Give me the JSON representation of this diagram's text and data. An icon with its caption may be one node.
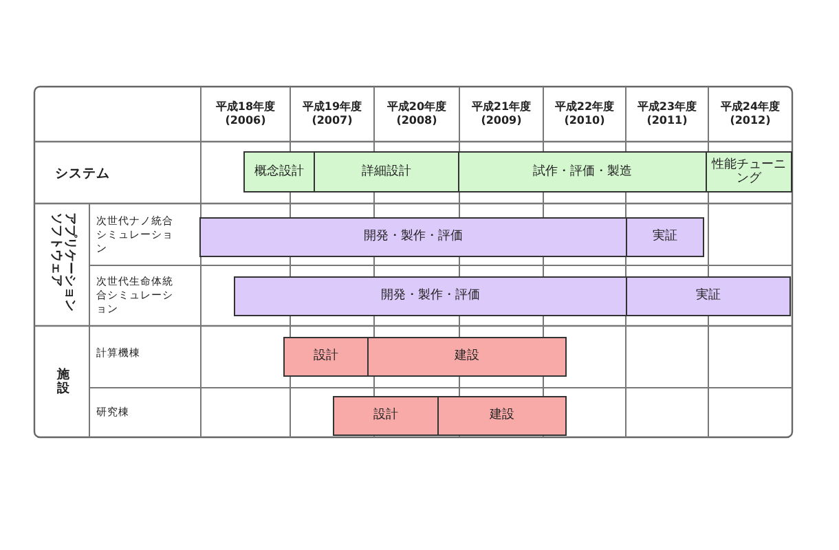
{
  "diagram": {
    "nodes": [
      {
        "text": [
          "概念設計"
        ]
      },
      {
        "text": [
          "詳細設計"
        ]
      },
      {
        "text": [
          "試作・評価・製造"
        ]
      },
      {
        "text": [
          "性能チューニング"
        ]
      },
      {
        "text": [
          "開発・製作・評価"
        ]
      },
      {
        "text": [
          "実証"
        ]
      },
      {
        "text": [
          "開発・製作・評価"
        ]
      },
      {
        "text": [
          "実証"
        ]
      },
      {
        "text": [
          "設計"
        ]
      },
      {
        "text": [
          "建設"
        ]
      },
      {
        "text": [
          "設計"
        ]
      },
      {
        "text": [
          "建設"
        ]
      }
    ],
    "edges": [],
    "labels": [
      "平成18年度 (2006)",
      "平成19年度 (2007)",
      "平成20年度 (2008)",
      "平成21年度 (2009)",
      "平成22年度 (2010)",
      "平成23年度 (2011)",
      "平成24年度 (2012)",
      "システム",
      "アプリケーションソフトウェア",
      "次世代ナノ統合シミュレーション",
      "次世代生命体統合シミュレーション",
      "施設",
      "計算機棟",
      "研究棟"
    ]
  }
}
